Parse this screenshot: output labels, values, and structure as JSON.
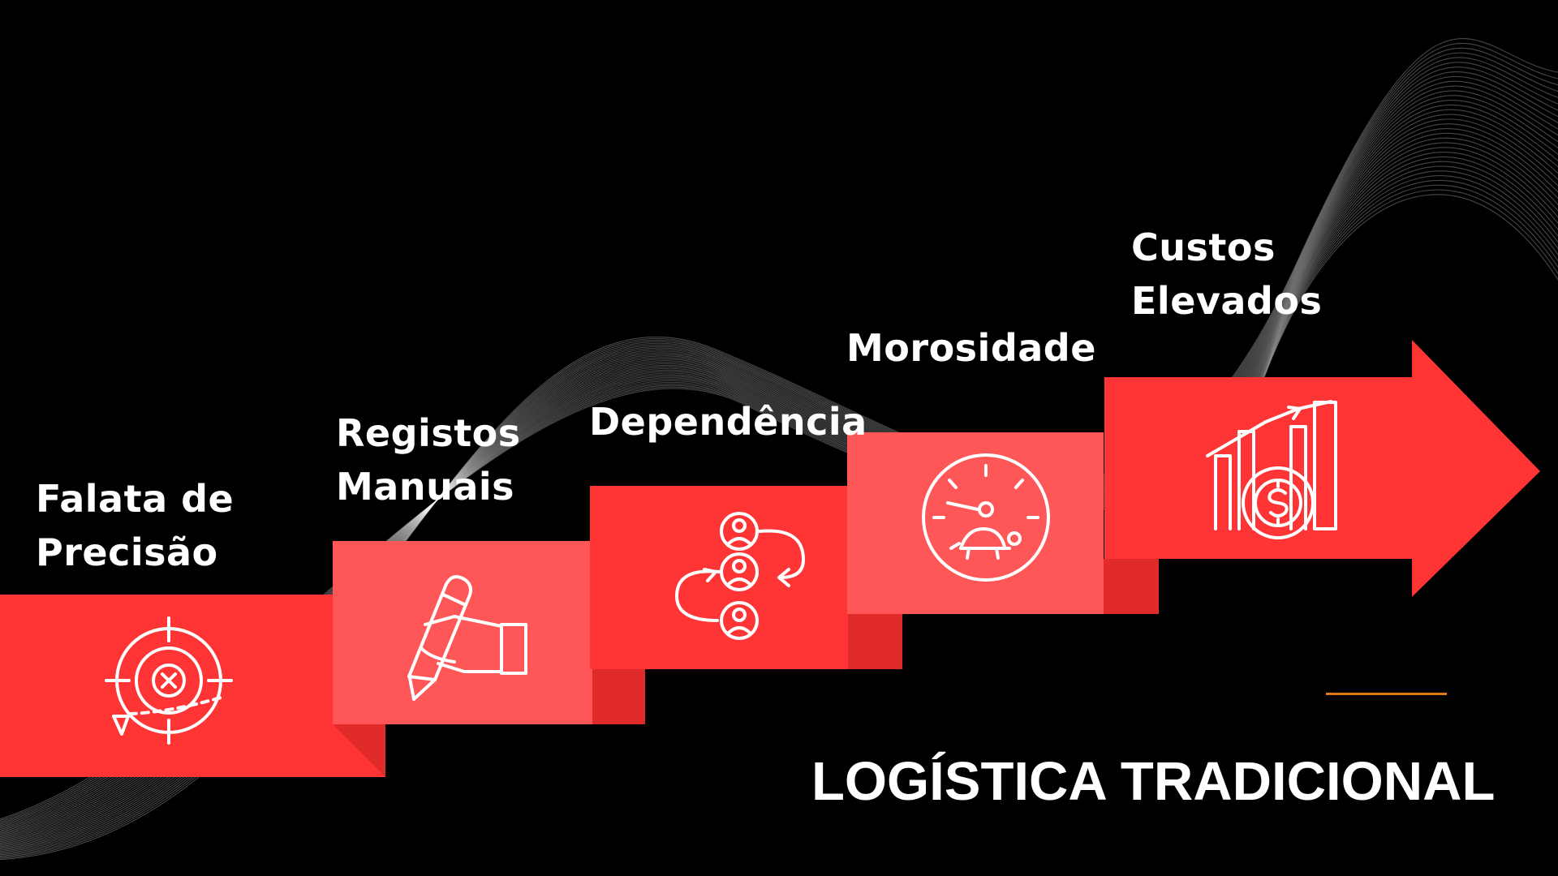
{
  "title": "LOGÍSTICA TRADICIONAL",
  "colors": {
    "background": "#000000",
    "red": "#ff3434",
    "red_light": "#ff5757",
    "red_dark": "#e12b2b",
    "accent_line": "#e07a16",
    "text": "#ffffff"
  },
  "steps": [
    {
      "lines": [
        "Falata de",
        "Precisão"
      ],
      "icon": "target-icon"
    },
    {
      "lines": [
        "Registos",
        "Manuais"
      ],
      "icon": "hand-writing-icon"
    },
    {
      "lines": [
        "Dependência"
      ],
      "icon": "people-cycle-icon"
    },
    {
      "lines": [
        "Morosidade"
      ],
      "icon": "speedometer-turtle-icon"
    },
    {
      "lines": [
        "Custos",
        "Elevados"
      ],
      "icon": "rising-cost-chart-icon"
    }
  ]
}
